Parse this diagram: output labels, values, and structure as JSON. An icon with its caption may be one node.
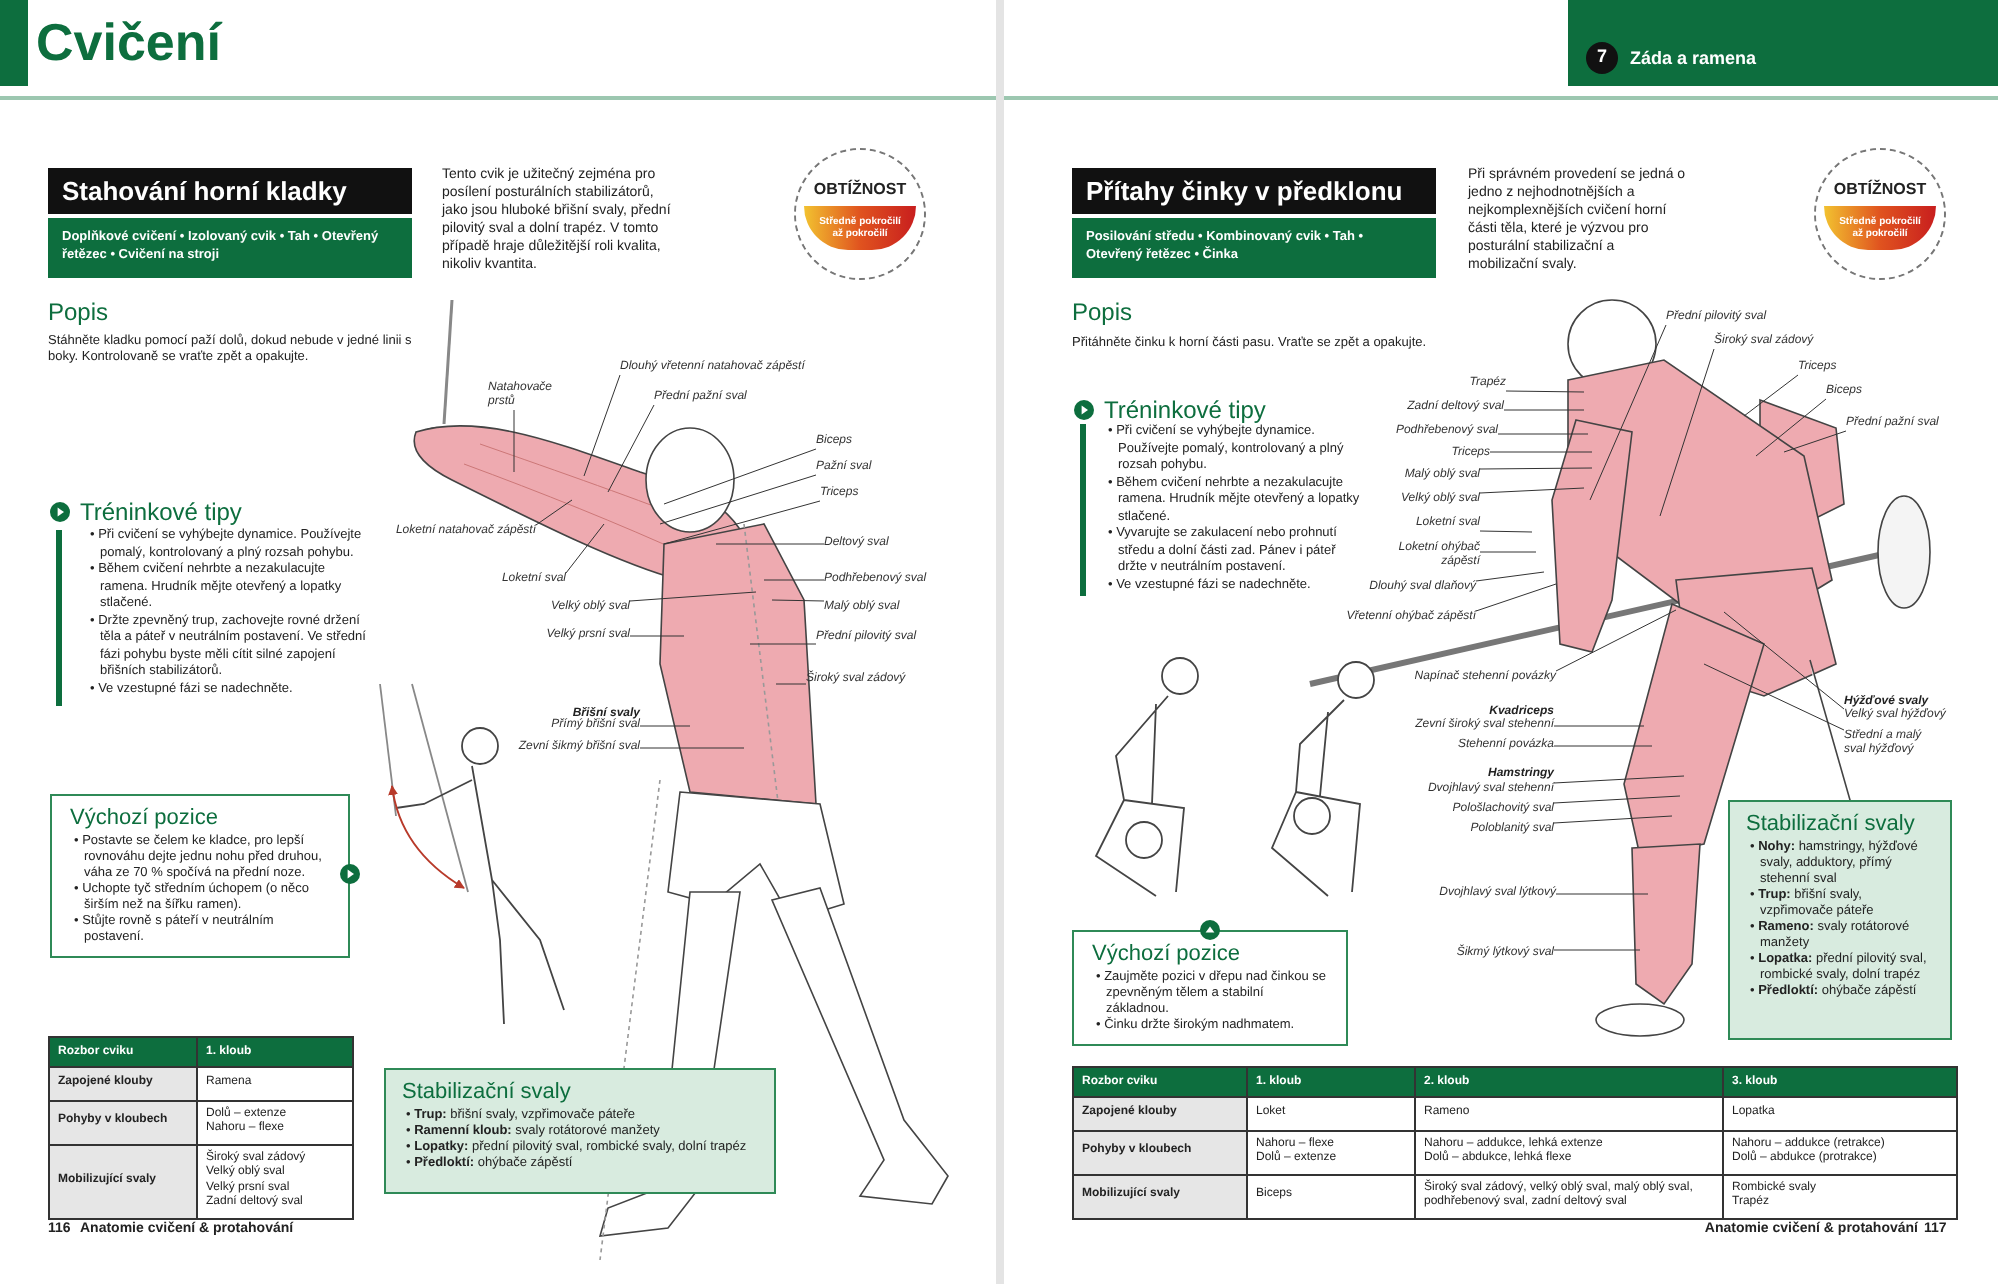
{
  "diagram": {
    "nodes": [
      {
        "text": [
          "Stahování horní kladky"
        ]
      },
      {
        "text": [
          "Doplňkové cvičení • Izolovaný cvik • Tah • Otevřený řetězec • Cvičení na stroji"
        ]
      },
      {
        "text": [
          "OBTÍŽNOST",
          "Středně pokročilí až pokročilí"
        ]
      },
      {
        "text": [
          "Výchozí pozice",
          "• Postavte se čelem ke kladce, pro lepší rovnováhu dejte jednu nohu před druhou, váha ze 70 % spočívá na přední noze.",
          "• Uchopte tyč středním úchopem (o něco širším než na šířku ramen).",
          "• Stůjte rovně s páteří v neutrálním postavení."
        ]
      },
      {
        "text": [
          "Stabilizační svaly",
          "• **Trup:** břišní svaly, vzpřimovače páteře",
          "• **Ramenní kloub:** svaly rotátorové manžety",
          "• **Lopatky:** přední pilovitý sval, rombické svaly, dolní trapéz",
          "• **Předloktí:** ohýbače zápěstí"
        ]
      },
      {
        "text": [
          "Natahovače prstů"
        ]
      },
      {
        "text": [
          "Dlouhý vřetenní natahovač zápěstí"
        ]
      },
      {
        "text": [
          "Přední pažní sval"
        ]
      },
      {
        "text": [
          "Biceps"
        ]
      },
      {
        "text": [
          "Pažní sval"
        ]
      },
      {
        "text": [
          "Triceps"
        ]
      },
      {
        "text": [
          "Loketní natahovač zápěstí"
        ]
      },
      {
        "text": [
          "Deltový sval"
        ]
      },
      {
        "text": [
          "Loketní sval"
        ]
      },
      {
        "text": [
          "Podhřebenový sval"
        ]
      },
      {
        "text": [
          "Velký oblý sval"
        ]
      },
      {
        "text": [
          "Malý oblý sval"
        ]
      },
      {
        "text": [
          "Velký prsní sval"
        ]
      },
      {
        "text": [
          "Přední pilovitý sval"
        ]
      },
      {
        "text": [
          "Široký sval zádový"
        ]
      },
      {
        "text": [
          "Přímý břišní sval"
        ]
      },
      {
        "text": [
          "Zevní šikmý břišní sval"
        ]
      },
      {
        "text": [
          "7",
          "Záda a ramena"
        ]
      },
      {
        "text": [
          "Přítahy činky v předklonu"
        ]
      },
      {
        "text": [
          "Posilování středu • Kombinovaný cvik • Tah • Otevřený řetězec • Činka"
        ]
      },
      {
        "text": [
          "OBTÍŽNOST",
          "Středně pokročilí až pokročilí"
        ]
      },
      {
        "text": [
          "Výchozí pozice",
          "• Zaujměte pozici v dřepu nad činkou se zpevněným tělem a stabilní základnou.",
          "• Činku držte širokým nadhmatem."
        ]
      },
      {
        "text": [
          "Stabilizační svaly",
          "• **Nohy:** hamstringy, hýžďové svaly, adduktory, přímý stehenní sval",
          "• **Trup:** břišní svaly, vzpřimovače páteře",
          "• **Rameno:** svaly rotátorové manžety",
          "• **Lopatka:** přední pilovitý sval, rombické svaly, dolní trapéz",
          "• **Předloktí:** ohýbače zápěstí"
        ]
      },
      {
        "text": [
          "Přední pilovitý sval"
        ]
      },
      {
        "text": [
          "Široký sval zádový"
        ]
      },
      {
        "text": [
          "Triceps"
        ]
      },
      {
        "text": [
          "Biceps"
        ]
      },
      {
        "text": [
          "Přední pažní sval"
        ]
      },
      {
        "text": [
          "Trapéz"
        ]
      },
      {
        "text": [
          "Zadní deltový sval"
        ]
      },
      {
        "text": [
          "Podhřebenový sval"
        ]
      },
      {
        "text": [
          "Triceps"
        ]
      },
      {
        "text": [
          "Malý oblý sval"
        ]
      },
      {
        "text": [
          "Velký oblý sval"
        ]
      },
      {
        "text": [
          "Loketní sval"
        ]
      },
      {
        "text": [
          "Loketní ohýbač zápěstí"
        ]
      },
      {
        "text": [
          "Dlouhý sval dlaňový"
        ]
      },
      {
        "text": [
          "Vřetenní ohýbač zápěstí"
        ]
      },
      {
        "text": [
          "Napínač stehenní povázky"
        ]
      },
      {
        "text": [
          "Zevní široký sval stehenní"
        ]
      },
      {
        "text": [
          "Stehenní povázka"
        ]
      },
      {
        "text": [
          "Dvojhlavý sval stehenní"
        ]
      },
      {
        "text": [
          "Pološlachovitý sval"
        ]
      },
      {
        "text": [
          "Poloblanitý sval"
        ]
      },
      {
        "text": [
          "Velký sval hýžďový"
        ]
      },
      {
        "text": [
          "Střední a malý sval hýžďový"
        ]
      },
      {
        "text": [
          "Dvojhlavý sval lýtkový"
        ]
      },
      {
        "text": [
          "Šikmý lýtkový sval"
        ]
      }
    ],
    "edges": [
      {
        "from": 5,
        "to": null,
        "arrow": "none"
      },
      {
        "from": 6,
        "to": null,
        "arrow": "none"
      },
      {
        "from": 7,
        "to": null,
        "arrow": "none"
      },
      {
        "from": 8,
        "to": null,
        "arrow": "none"
      },
      {
        "from": 9,
        "to": null,
        "arrow": "none"
      },
      {
        "from": 10,
        "to": null,
        "arrow": "none"
      },
      {
        "from": 11,
        "to": null,
        "arrow": "none"
      },
      {
        "from": 12,
        "to": null,
        "arrow": "none"
      },
      {
        "from": 13,
        "to": null,
        "arrow": "none"
      },
      {
        "from": 14,
        "to": null,
        "arrow": "none"
      },
      {
        "from": 15,
        "to": null,
        "arrow": "none"
      },
      {
        "from": 16,
        "to": null,
        "arrow": "none"
      },
      {
        "from": 17,
        "to": null,
        "arrow": "none"
      },
      {
        "from": 18,
        "to": null,
        "arrow": "none"
      },
      {
        "from": 19,
        "to": null,
        "arrow": "none"
      },
      {
        "from": 20,
        "to": null,
        "arrow": "none"
      },
      {
        "from": 21,
        "to": null,
        "arrow": "none"
      },
      {
        "from": 28,
        "to": null,
        "arrow": "none"
      },
      {
        "from": 29,
        "to": null,
        "arrow": "none"
      },
      {
        "from": 30,
        "to": null,
        "arrow": "none"
      },
      {
        "from": 31,
        "to": null,
        "arrow": "none"
      },
      {
        "from": 32,
        "to": null,
        "arrow": "none"
      },
      {
        "from": 33,
        "to": null,
        "arrow": "none"
      },
      {
        "from": 34,
        "to": null,
        "arrow": "none"
      },
      {
        "from": 35,
        "to": null,
        "arrow": "none"
      },
      {
        "from": 36,
        "to": null,
        "arrow": "none"
      },
      {
        "from": 37,
        "to": null,
        "arrow": "none"
      },
      {
        "from": 38,
        "to": null,
        "arrow": "none"
      },
      {
        "from": 39,
        "to": null,
        "arrow": "none"
      },
      {
        "from": 40,
        "to": null,
        "arrow": "none"
      },
      {
        "from": 41,
        "to": null,
        "arrow": "none"
      },
      {
        "from": 42,
        "to": null,
        "arrow": "none"
      },
      {
        "from": 43,
        "to": null,
        "arrow": "none"
      },
      {
        "from": 44,
        "to": null,
        "arrow": "none"
      },
      {
        "from": 45,
        "to": null,
        "arrow": "none"
      },
      {
        "from": 46,
        "to": null,
        "arrow": "none"
      },
      {
        "from": 47,
        "to": null,
        "arrow": "none"
      },
      {
        "from": 48,
        "to": null,
        "arrow": "none"
      },
      {
        "from": 49,
        "to": null,
        "arrow": "none"
      },
      {
        "from": 50,
        "to": null,
        "arrow": "none"
      },
      {
        "from": 51,
        "to": null,
        "arrow": "none"
      },
      {
        "from": 52,
        "to": null,
        "arrow": "none"
      }
    ],
    "labels": [
      "Cvičení",
      "Tento cvik je užitečný zejména pro posílení posturálních stabilizátorů, jako jsou hluboké břišní svaly, přední pilovitý sval a dolní trapéz. V tomto případě hraje důležitější roli kvalita, nikoliv kvantita.",
      "Popis",
      "Stáhněte kladku pomocí paží dolů, dokud nebude v jedné linii s boky. Kontrolovaně se vraťte zpět a opakujte.",
      "Tréninkové tipy",
      "• Při cvičení se vyhýbejte dynamice. Používejte pomalý, kontrolovaný a plný rozsah pohybu.",
      "• Během cvičení nehrbte a nezakulacujte ramena. Hrudník mějte otevřený a lopatky stlačené.",
      "• Držte zpevněný trup, zachovejte rovné držení těla a páteř v neutrálním postavení. Ve střední fázi pohybu byste měli cítit silné zapojení břišních stabilizátorů.",
      "• Ve vzestupné fázi se nadechněte.",
      "Břišní svaly",
      "Rozbor cviku",
      "1. kloub",
      "Zapojené klouby",
      "Ramena",
      "Pohyby v kloubech",
      "Dolů – extenze",
      "Nahoru – flexe",
      "Mobilizující svaly",
      "Široký sval zádový",
      "Velký oblý sval",
      "Velký prsní sval",
      "Zadní deltový sval",
      "116",
      "Anatomie cvičení & protahování",
      "Při správném provedení se jedná o jedno z nejhodnotnějších a nejkomplexnějších cvičení horní části těla, které je výzvou pro posturální stabilizační a mobilizační svaly.",
      "Popis",
      "Přitáhněte činku k horní části pasu. Vraťte se zpět a opakujte.",
      "Tréninkové tipy",
      "• Při cvičení se vyhýbejte dynamice. Používejte pomalý, kontrolovaný a plný rozsah pohybu.",
      "• Během cvičení nehrbte a nezakulacujte ramena. Hrudník mějte otevřený a lopatky stlačené.",
      "• Vyvarujte se zakulacení nebo prohnutí středu a dolní části zad. Pánev i páteř držte v neutrálním postavení.",
      "• Ve vzestupné fázi se nadechněte.",
      "Kvadriceps",
      "Hamstringy",
      "Hýžďové svaly",
      "Rozbor cviku",
      "1. kloub",
      "2. kloub",
      "3. kloub",
      "Zapojené klouby",
      "Loket",
      "Rameno",
      "Lopatka",
      "Pohyby v kloubech",
      "Nahoru – flexe",
      "Dolů – extenze",
      "Nahoru – addukce, lehká extenze",
      "Dolů – abdukce, lehká flexe",
      "Nahoru – addukce (retrakce)",
      "Dolů – abdukce (protrakce)",
      "Mobilizující svaly",
      "Biceps",
      "Široký sval zádový, velký oblý sval, malý oblý sval, podhřebenový sval, zadní deltový sval",
      "Rombické svaly",
      "Trapéz",
      "Anatomie cvičení & protahování",
      "117"
    ]
  }
}
